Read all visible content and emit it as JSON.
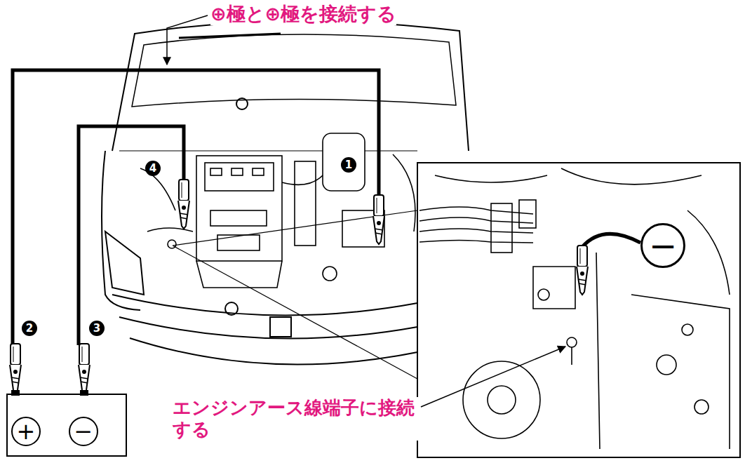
{
  "diagram": {
    "labels": [
      "⊕極と⊕極を接続する",
      "4",
      "1",
      "2",
      "3",
      "+",
      "−",
      "−",
      "エンジンアース線端子に接続 する"
    ]
  }
}
